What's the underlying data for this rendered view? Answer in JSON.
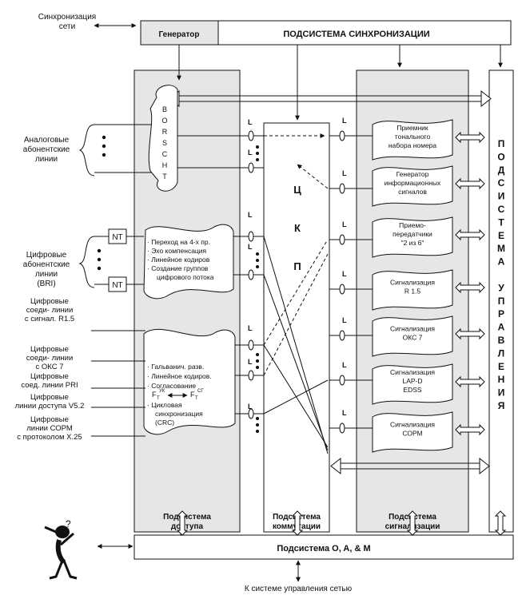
{
  "top": {
    "sync_net": [
      "Синхронизация",
      "сети"
    ],
    "generator": "Генератор",
    "sync_subsystem": "ПОДСИСТЕМА СИНХРОНИЗАЦИИ"
  },
  "left": {
    "analog_lines": [
      "Аналоговые",
      "абонентские",
      "линии"
    ],
    "digital_sub_lines": [
      "Цифровые",
      "абонентские",
      "линии",
      "(BRI)"
    ],
    "nt": "NT",
    "trunk_r15": [
      "Цифровые",
      "соеди- линии",
      "с сигнал. R1.5"
    ],
    "trunk_oks7": [
      "Цифровые",
      "соеди- линии",
      "с ОКС 7"
    ],
    "trunk_pri": [
      "Цифровые",
      "соед. линии PRI"
    ],
    "access_v52": [
      "Цифровые",
      "линии доступа V5.2"
    ],
    "sorm_x25": [
      "Цифровые",
      "линии СОРМ",
      "с протоколом Х.25"
    ]
  },
  "access": {
    "borscht": [
      "B",
      "O",
      "R",
      "S",
      "C",
      "H",
      "T"
    ],
    "digital_block": [
      "· Переход на 4-х пр.",
      "· Эхо компенсация",
      "· Линейное кодиров",
      "· Создание группов",
      "цифрового потока"
    ],
    "trunk_block": [
      "· Гальванич. разв.",
      "· Линейное кодиров.",
      "· Согласование",
      "· Цикловая",
      "синхронизация",
      "(CRC)"
    ],
    "fr_yk": "F",
    "fr_yk_sub": "T",
    "fr_yk_sup": "УК",
    "fr_cr_sub": "T",
    "fr_cr_sup": "СГ",
    "caption": [
      "Подсистема",
      "доступа"
    ]
  },
  "switching": {
    "letters": [
      "Ц",
      "К",
      "П"
    ],
    "caption": [
      "Подсистема",
      "коммутации"
    ],
    "l_label": "L"
  },
  "signaling": {
    "blocks": [
      [
        "Приемник",
        "тонального",
        "набора номера"
      ],
      [
        "Генератор",
        "информационных",
        "сигналов"
      ],
      [
        "Приемо-",
        "передатчики",
        "\"2 из 6\""
      ],
      [
        "Сигнализация",
        "R 1.5"
      ],
      [
        "Сигнализация",
        "ОКС 7"
      ],
      [
        "Сигнализация",
        "LAP-D",
        "EDSS"
      ],
      [
        "Сигнализация",
        "СОРМ"
      ]
    ],
    "caption": [
      "Подсистема",
      "сигнализации"
    ]
  },
  "control": {
    "letters": [
      "П",
      "О",
      "Д",
      "С",
      "И",
      "С",
      "Т",
      "Е",
      "М",
      "А",
      "",
      "У",
      "П",
      "Р",
      "А",
      "В",
      "Л",
      "Е",
      "Н",
      "И",
      "Я"
    ]
  },
  "bottom": {
    "oam": "Подсистема O, A, & M",
    "to_network": "К системе управления сетью"
  },
  "colors": {
    "subsystem_fill": "#e6e6e6",
    "line": "#111111",
    "white": "#ffffff"
  }
}
